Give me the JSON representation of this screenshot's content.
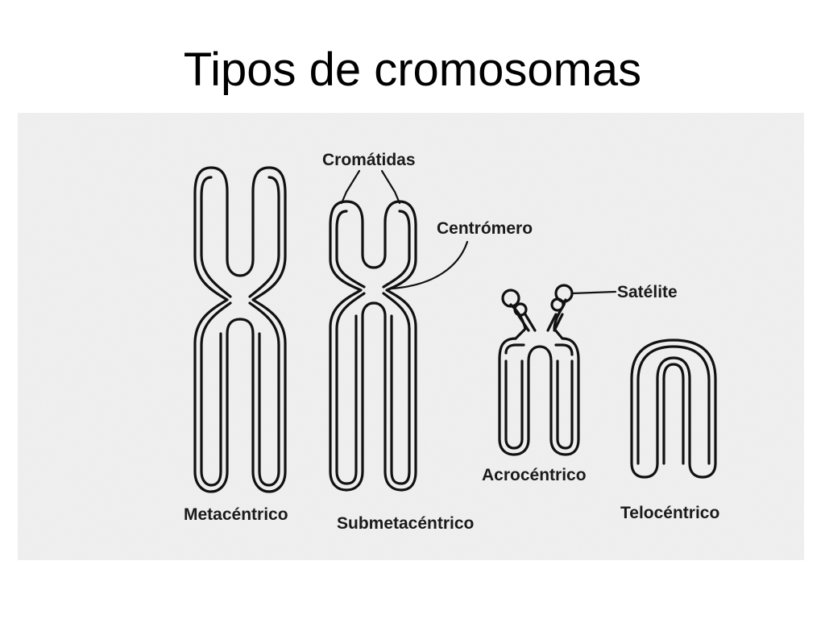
{
  "title": "Tipos de cromosomas",
  "colors": {
    "background": "#ffffff",
    "ink": "#111111",
    "scan_paper": "#f1f1f1"
  },
  "labels": {
    "cromatidas": "Cromátidas",
    "centromero": "Centrómero",
    "satelite": "Satélite",
    "metacentrico": "Metacéntrico",
    "submetacentrico": "Submetacéntrico",
    "acrocentrico": "Acrocéntrico",
    "telocentrico": "Telocéntrico"
  }
}
